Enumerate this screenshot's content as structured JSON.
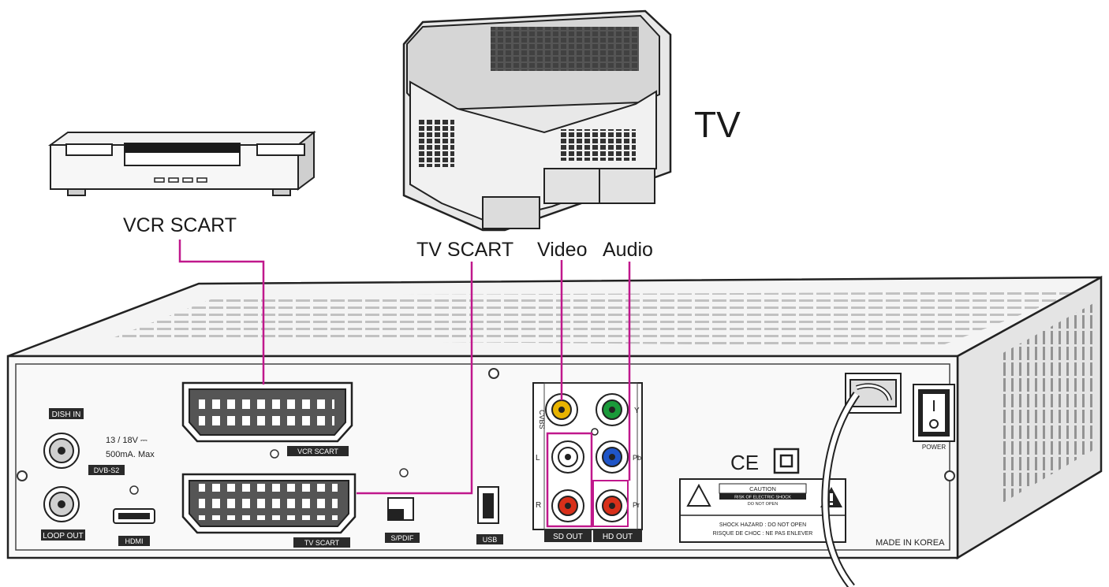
{
  "labels": {
    "tv": "TV",
    "vcr_scart": "VCR SCART",
    "tv_scart": "TV SCART",
    "video": "Video",
    "audio": "Audio"
  },
  "panel": {
    "dish_in": "DISH IN",
    "voltage": "13 / 18V ⎓",
    "current": "500mA. Max",
    "dvb_s2": "DVB-S2",
    "loop_out": "LOOP OUT",
    "hdmi": "HDMI",
    "vcr_scart": "VCR SCART",
    "tv_scart": "TV SCART",
    "spdif": "S/PDIF",
    "usb": "USB",
    "cvbs": "CVBS",
    "left": "L",
    "right": "R",
    "y": "Y",
    "pb": "Pb",
    "pr": "Pr",
    "sd_out": "SD OUT",
    "hd_out": "HD OUT",
    "ce": "CE",
    "caution": "CAUTION",
    "risk_en": "RISK OF ELECTRIC SHOCK",
    "do_not_open": "DO NOT OPEN",
    "shock_en": "SHOCK HAZARD : DO NOT OPEN",
    "shock_fr": "RISQUE DE CHOC : NE PAS ENLEVER",
    "power": "POWER",
    "made_in": "MADE IN KOREA"
  },
  "colors": {
    "connector_line": "#c0188c",
    "cvbs": "#e8b400",
    "green": "#1a9a3a",
    "blue": "#1f55c8",
    "red": "#d8301a",
    "white": "#ffffff"
  }
}
